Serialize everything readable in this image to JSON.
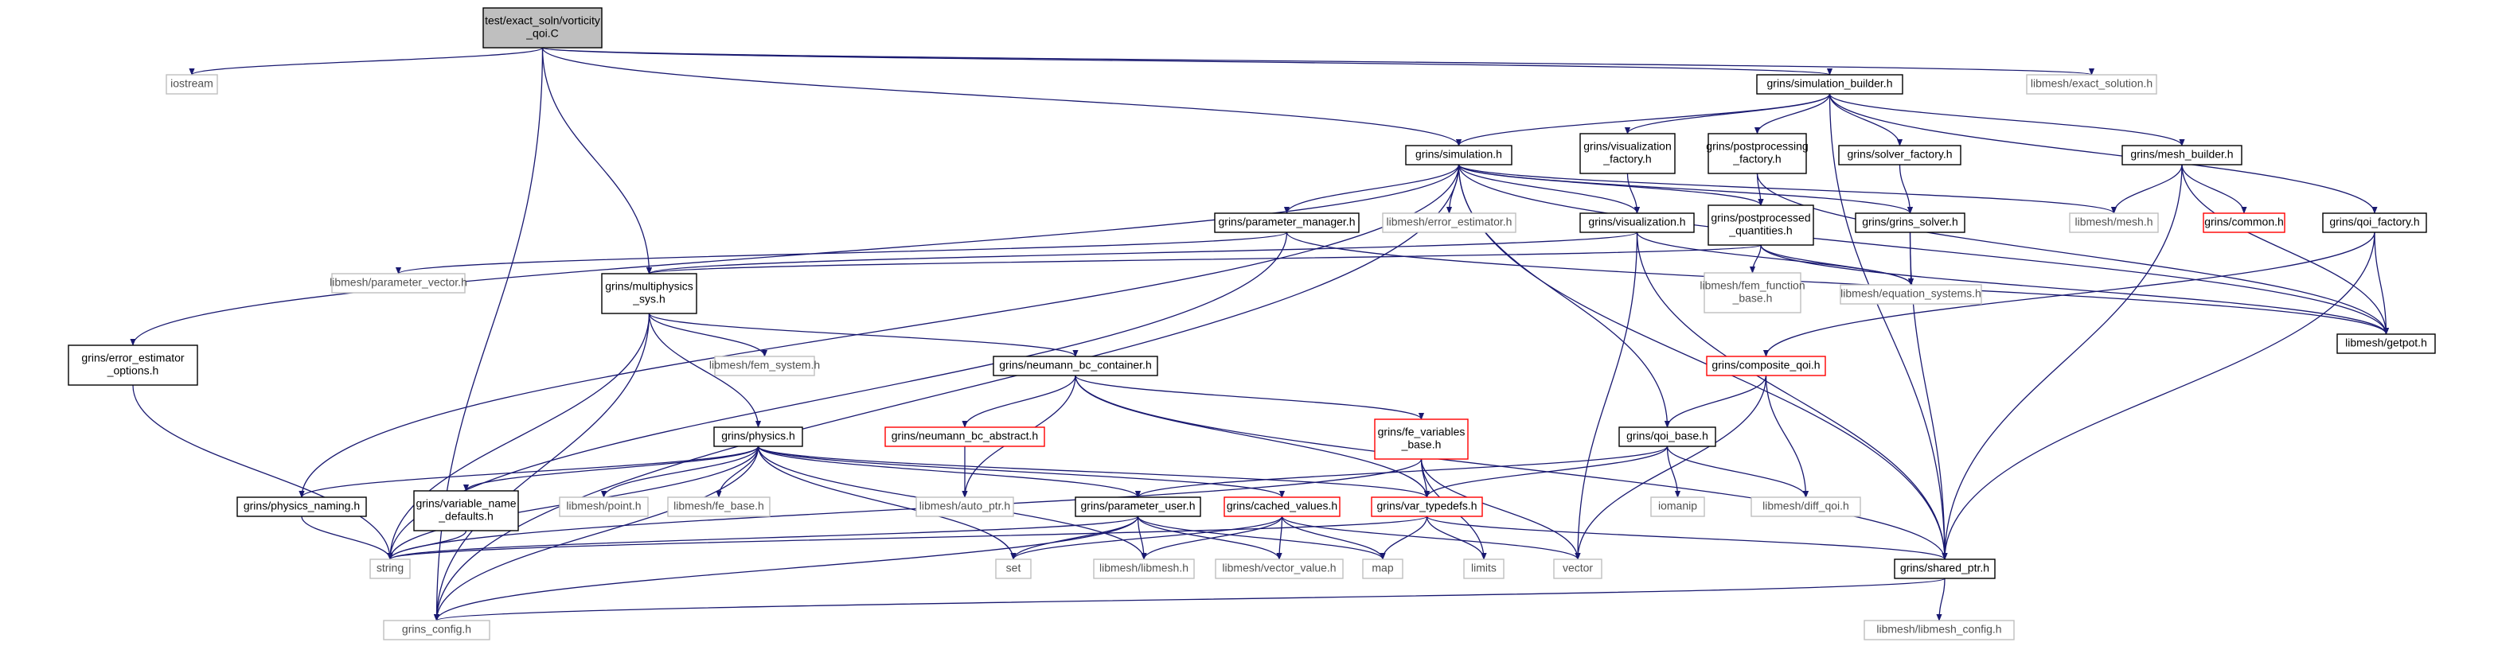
{
  "diagram": {
    "title": "",
    "colors": {
      "root_fill": "#bfbfbf",
      "normal_stroke": "#000000",
      "external_stroke": "#bfbfbf",
      "truncated_stroke": "#ff0000",
      "edge": "#191970",
      "text_normal": "#000000",
      "text_external": "#505050"
    },
    "nodes": [
      {
        "id": "root",
        "lines": [
          "test/exact_soln/vorticity",
          "_qoi.C"
        ],
        "kind": "root"
      },
      {
        "id": "iostream",
        "lines": [
          "iostream"
        ],
        "kind": "external"
      },
      {
        "id": "grins_config",
        "lines": [
          "grins_config.h"
        ],
        "kind": "external"
      },
      {
        "id": "sim_builder",
        "lines": [
          "grins/simulation_builder.h"
        ],
        "kind": "normal"
      },
      {
        "id": "exact_solution",
        "lines": [
          "libmesh/exact_solution.h"
        ],
        "kind": "external"
      },
      {
        "id": "multiphysics",
        "lines": [
          "grins/multiphysics",
          "_sys.h"
        ],
        "kind": "normal"
      },
      {
        "id": "simulation",
        "lines": [
          "grins/simulation.h"
        ],
        "kind": "normal"
      },
      {
        "id": "vis_factory",
        "lines": [
          "grins/visualization",
          "_factory.h"
        ],
        "kind": "normal"
      },
      {
        "id": "postproc_factory",
        "lines": [
          "grins/postprocessing",
          "_factory.h"
        ],
        "kind": "normal"
      },
      {
        "id": "solver_factory",
        "lines": [
          "grins/solver_factory.h"
        ],
        "kind": "normal"
      },
      {
        "id": "mesh_builder",
        "lines": [
          "grins/mesh_builder.h"
        ],
        "kind": "normal"
      },
      {
        "id": "qoi_factory",
        "lines": [
          "grins/qoi_factory.h"
        ],
        "kind": "normal"
      },
      {
        "id": "error_est_opts",
        "lines": [
          "grins/error_estimator",
          "_options.h"
        ],
        "kind": "normal"
      },
      {
        "id": "param_manager",
        "lines": [
          "grins/parameter_manager.h"
        ],
        "kind": "normal"
      },
      {
        "id": "error_estimator",
        "lines": [
          "libmesh/error_estimator.h"
        ],
        "kind": "external"
      },
      {
        "id": "visualization",
        "lines": [
          "grins/visualization.h"
        ],
        "kind": "normal"
      },
      {
        "id": "postproc_qty",
        "lines": [
          "grins/postprocessed",
          "_quantities.h"
        ],
        "kind": "normal"
      },
      {
        "id": "grins_solver",
        "lines": [
          "grins/grins_solver.h"
        ],
        "kind": "normal"
      },
      {
        "id": "mesh_h",
        "lines": [
          "libmesh/mesh.h"
        ],
        "kind": "external"
      },
      {
        "id": "common",
        "lines": [
          "grins/common.h"
        ],
        "kind": "truncated"
      },
      {
        "id": "getpot",
        "lines": [
          "libmesh/getpot.h"
        ],
        "kind": "normal"
      },
      {
        "id": "param_vector",
        "lines": [
          "libmesh/parameter_vector.h"
        ],
        "kind": "external"
      },
      {
        "id": "fem_function_base",
        "lines": [
          "libmesh/fem_function",
          "_base.h"
        ],
        "kind": "external"
      },
      {
        "id": "equation_systems",
        "lines": [
          "libmesh/equation_systems.h"
        ],
        "kind": "external"
      },
      {
        "id": "fem_system",
        "lines": [
          "libmesh/fem_system.h"
        ],
        "kind": "external"
      },
      {
        "id": "neumann_container",
        "lines": [
          "grins/neumann_bc_container.h"
        ],
        "kind": "normal"
      },
      {
        "id": "composite_qoi",
        "lines": [
          "grins/composite_qoi.h"
        ],
        "kind": "truncated"
      },
      {
        "id": "physics",
        "lines": [
          "grins/physics.h"
        ],
        "kind": "normal"
      },
      {
        "id": "neumann_abstract",
        "lines": [
          "grins/neumann_bc_abstract.h"
        ],
        "kind": "truncated"
      },
      {
        "id": "fe_variables_base",
        "lines": [
          "grins/fe_variables",
          "_base.h"
        ],
        "kind": "truncated"
      },
      {
        "id": "qoi_base",
        "lines": [
          "grins/qoi_base.h"
        ],
        "kind": "normal"
      },
      {
        "id": "physics_naming",
        "lines": [
          "grins/physics_naming.h"
        ],
        "kind": "normal"
      },
      {
        "id": "var_name_defaults",
        "lines": [
          "grins/variable_name",
          "_defaults.h"
        ],
        "kind": "normal"
      },
      {
        "id": "point",
        "lines": [
          "libmesh/point.h"
        ],
        "kind": "external"
      },
      {
        "id": "fe_base",
        "lines": [
          "libmesh/fe_base.h"
        ],
        "kind": "external"
      },
      {
        "id": "auto_ptr",
        "lines": [
          "libmesh/auto_ptr.h"
        ],
        "kind": "external"
      },
      {
        "id": "param_user",
        "lines": [
          "grins/parameter_user.h"
        ],
        "kind": "normal"
      },
      {
        "id": "cached_values",
        "lines": [
          "grins/cached_values.h"
        ],
        "kind": "truncated"
      },
      {
        "id": "var_typedefs",
        "lines": [
          "grins/var_typedefs.h"
        ],
        "kind": "truncated"
      },
      {
        "id": "iomanip",
        "lines": [
          "iomanip"
        ],
        "kind": "external"
      },
      {
        "id": "diff_qoi",
        "lines": [
          "libmesh/diff_qoi.h"
        ],
        "kind": "external"
      },
      {
        "id": "string",
        "lines": [
          "string"
        ],
        "kind": "external"
      },
      {
        "id": "set",
        "lines": [
          "set"
        ],
        "kind": "external"
      },
      {
        "id": "libmesh_h",
        "lines": [
          "libmesh/libmesh.h"
        ],
        "kind": "external"
      },
      {
        "id": "vector_value",
        "lines": [
          "libmesh/vector_value.h"
        ],
        "kind": "external"
      },
      {
        "id": "map",
        "lines": [
          "map"
        ],
        "kind": "external"
      },
      {
        "id": "limits",
        "lines": [
          "limits"
        ],
        "kind": "external"
      },
      {
        "id": "vector",
        "lines": [
          "vector"
        ],
        "kind": "external"
      },
      {
        "id": "shared_ptr",
        "lines": [
          "grins/shared_ptr.h"
        ],
        "kind": "normal"
      },
      {
        "id": "libmesh_config",
        "lines": [
          "libmesh/libmesh_config.h"
        ],
        "kind": "external"
      }
    ],
    "edges": [
      [
        "root",
        "iostream"
      ],
      [
        "root",
        "grins_config"
      ],
      [
        "root",
        "sim_builder"
      ],
      [
        "root",
        "exact_solution"
      ],
      [
        "root",
        "multiphysics"
      ],
      [
        "root",
        "simulation"
      ],
      [
        "sim_builder",
        "simulation"
      ],
      [
        "sim_builder",
        "vis_factory"
      ],
      [
        "sim_builder",
        "postproc_factory"
      ],
      [
        "sim_builder",
        "solver_factory"
      ],
      [
        "sim_builder",
        "mesh_builder"
      ],
      [
        "sim_builder",
        "qoi_factory"
      ],
      [
        "sim_builder",
        "shared_ptr"
      ],
      [
        "simulation",
        "error_est_opts"
      ],
      [
        "simulation",
        "param_manager"
      ],
      [
        "simulation",
        "error_estimator"
      ],
      [
        "simulation",
        "visualization"
      ],
      [
        "simulation",
        "postproc_qty"
      ],
      [
        "simulation",
        "grins_solver"
      ],
      [
        "simulation",
        "mesh_h"
      ],
      [
        "simulation",
        "getpot"
      ],
      [
        "simulation",
        "physics_naming"
      ],
      [
        "simulation",
        "qoi_base"
      ],
      [
        "simulation",
        "shared_ptr"
      ],
      [
        "simulation",
        "grins_config"
      ],
      [
        "vis_factory",
        "visualization"
      ],
      [
        "postproc_factory",
        "postproc_qty"
      ],
      [
        "postproc_factory",
        "getpot"
      ],
      [
        "solver_factory",
        "grins_solver"
      ],
      [
        "mesh_builder",
        "mesh_h"
      ],
      [
        "mesh_builder",
        "common"
      ],
      [
        "mesh_builder",
        "getpot"
      ],
      [
        "mesh_builder",
        "shared_ptr"
      ],
      [
        "qoi_factory",
        "getpot"
      ],
      [
        "qoi_factory",
        "composite_qoi"
      ],
      [
        "qoi_factory",
        "shared_ptr"
      ],
      [
        "param_manager",
        "param_vector"
      ],
      [
        "param_manager",
        "string"
      ],
      [
        "param_manager",
        "getpot"
      ],
      [
        "visualization",
        "multiphysics"
      ],
      [
        "visualization",
        "equation_systems"
      ],
      [
        "visualization",
        "shared_ptr"
      ],
      [
        "visualization",
        "vector"
      ],
      [
        "postproc_qty",
        "fem_function_base"
      ],
      [
        "postproc_qty",
        "equation_systems"
      ],
      [
        "postproc_qty",
        "getpot"
      ],
      [
        "postproc_qty",
        "multiphysics"
      ],
      [
        "grins_solver",
        "equation_systems"
      ],
      [
        "grins_solver",
        "shared_ptr"
      ],
      [
        "error_est_opts",
        "string"
      ],
      [
        "multiphysics",
        "fem_system"
      ],
      [
        "multiphysics",
        "neumann_container"
      ],
      [
        "multiphysics",
        "physics"
      ],
      [
        "multiphysics",
        "string"
      ],
      [
        "multiphysics",
        "grins_config"
      ],
      [
        "neumann_container",
        "neumann_abstract"
      ],
      [
        "neumann_container",
        "fe_variables_base"
      ],
      [
        "neumann_container",
        "auto_ptr"
      ],
      [
        "neumann_container",
        "var_typedefs"
      ],
      [
        "neumann_container",
        "shared_ptr"
      ],
      [
        "neumann_abstract",
        "auto_ptr"
      ],
      [
        "fe_variables_base",
        "var_typedefs"
      ],
      [
        "fe_variables_base",
        "limits"
      ],
      [
        "fe_variables_base",
        "vector"
      ],
      [
        "fe_variables_base",
        "string"
      ],
      [
        "composite_qoi",
        "qoi_base"
      ],
      [
        "composite_qoi",
        "diff_qoi"
      ],
      [
        "composite_qoi",
        "vector"
      ],
      [
        "qoi_base",
        "param_user"
      ],
      [
        "qoi_base",
        "var_typedefs"
      ],
      [
        "qoi_base",
        "iomanip"
      ],
      [
        "qoi_base",
        "diff_qoi"
      ],
      [
        "physics",
        "physics_naming"
      ],
      [
        "physics",
        "var_name_defaults"
      ],
      [
        "physics",
        "point"
      ],
      [
        "physics",
        "fe_base"
      ],
      [
        "physics",
        "param_user"
      ],
      [
        "physics",
        "cached_values"
      ],
      [
        "physics",
        "var_typedefs"
      ],
      [
        "physics",
        "string"
      ],
      [
        "physics",
        "set"
      ],
      [
        "physics",
        "libmesh_h"
      ],
      [
        "physics",
        "grins_config"
      ],
      [
        "physics_naming",
        "string"
      ],
      [
        "var_name_defaults",
        "string"
      ],
      [
        "param_user",
        "string"
      ],
      [
        "param_user",
        "set"
      ],
      [
        "param_user",
        "libmesh_h"
      ],
      [
        "param_user",
        "vector_value"
      ],
      [
        "param_user",
        "map"
      ],
      [
        "param_user",
        "grins_config"
      ],
      [
        "cached_values",
        "set"
      ],
      [
        "cached_values",
        "libmesh_h"
      ],
      [
        "cached_values",
        "vector_value"
      ],
      [
        "cached_values",
        "map"
      ],
      [
        "cached_values",
        "vector"
      ],
      [
        "var_typedefs",
        "map"
      ],
      [
        "var_typedefs",
        "limits"
      ],
      [
        "var_typedefs",
        "string"
      ],
      [
        "var_typedefs",
        "shared_ptr"
      ],
      [
        "shared_ptr",
        "libmesh_config"
      ],
      [
        "shared_ptr",
        "grins_config"
      ]
    ]
  }
}
